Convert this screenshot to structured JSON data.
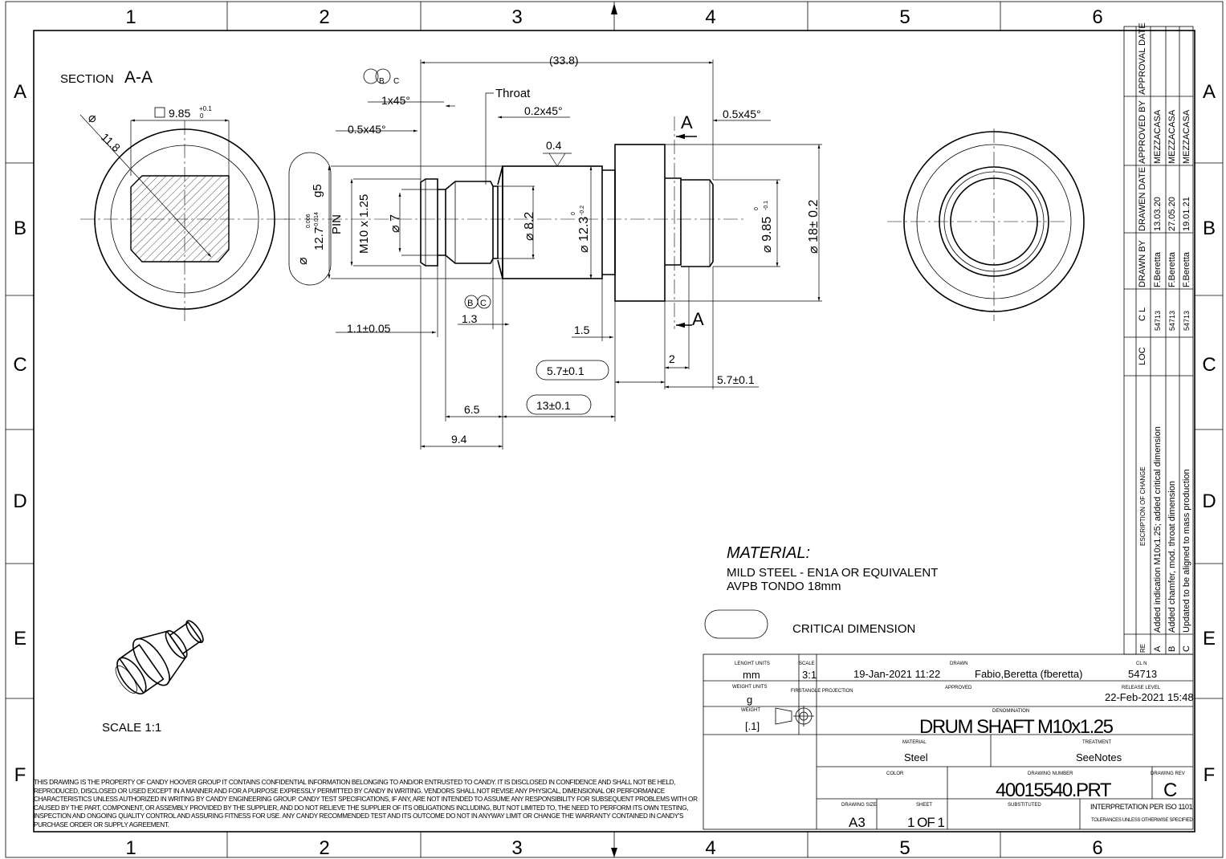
{
  "frame": {
    "cols": [
      "1",
      "2",
      "3",
      "4",
      "5",
      "6"
    ],
    "rows": [
      "A",
      "B",
      "C",
      "D",
      "E",
      "F"
    ]
  },
  "section_view": {
    "title": "SECTION",
    "label": "A-A",
    "square_dim": "9.85",
    "square_tol_upper": "+0.1",
    "square_tol_lower": "0",
    "dia_dim": "11.8"
  },
  "main_view": {
    "overall_length": "(33.8)",
    "chamfer_1": "1x45°",
    "chamfer_2": "0.5x45°",
    "chamfer_3": "0.2x45°",
    "chamfer_4": "0.5x45°",
    "throat_label": "Throat",
    "roughness": "0.4",
    "datum_top_b": "B",
    "datum_top_c": "C",
    "datum_mid_b": "B",
    "datum_mid_c": "C",
    "section_mark_top": "A",
    "section_mark_bottom": "A",
    "dia_pin": "12.7",
    "dia_pin_tol_upper": "0.006",
    "dia_pin_tol_lower": "-0.014",
    "dia_pin_fit": "g5",
    "pin_label": "PIN",
    "thread": "M10 x 1.25",
    "dia_7": "7",
    "dia_8_2": "8.2",
    "dia_12_3": "12.3",
    "dia_12_3_tol_upper": "0",
    "dia_12_3_tol_lower": "-0.2",
    "dia_9_85": "9.85",
    "dia_9_85_tol_upper": "0",
    "dia_9_85_tol_lower": "-0.1",
    "dia_18": "18± 0.2",
    "dim_1_1": "1.1±0.05",
    "dim_1_3": "1.3",
    "dim_1_5": "1.5",
    "dim_2": "2",
    "dim_5_7_a": "5.7±0.1",
    "dim_5_7_b": "5.7±0.1",
    "dim_6_5": "6.5",
    "dim_13": "13±0.1",
    "dim_9_4": "9.4"
  },
  "material": {
    "heading": "MATERIAL:",
    "line1": "MILD STEEL - EN1A OR EQUIVALENT",
    "line2": "AVPB TONDO 18mm",
    "critical_legend": "CRITICAI DIMENSION"
  },
  "iso_view": {
    "scale_label": "SCALE   1:1"
  },
  "revision_table": {
    "headers": {
      "rev": "RE",
      "loc": "LOC",
      "cl": "C L",
      "drawn_by": "DRAWN BY",
      "drawn_date": "DRAWEN DATE",
      "approved_by": "APPROVED BY",
      "approval_date": "APPROVAL DATE",
      "description": "ESCRIPTION OF CHANGE"
    },
    "rows": [
      {
        "rev": "A",
        "cl": "54713",
        "drawn_by": "F.Beretta",
        "date": "13.03.20",
        "approved_by": "MEZZACASA",
        "description": "Added indication M10x1.25; added critical dimension"
      },
      {
        "rev": "B",
        "cl": "54713",
        "drawn_by": "F.Beretta",
        "date": "27.05.20",
        "approved_by": "MEZZACASA",
        "description": "Added chamfer, mod. throat dimension"
      },
      {
        "rev": "C",
        "cl": "54713",
        "drawn_by": "F.Beretta",
        "date": "19.01.21",
        "approved_by": "MEZZACASA",
        "description": "Updated to be aligned to mass production"
      }
    ]
  },
  "title_block": {
    "length_units_label": "LENGHT UNITS",
    "length_units": "mm",
    "scale_label": "SCALE",
    "scale": "3:1",
    "drawn_label": "DRAWN",
    "drawn_date": "19-Jan-2021 11:22",
    "drawn_by": "Fabio,Beretta (fberetta)",
    "cln_label": "CL N",
    "cln": "54713",
    "weight_units_label": "WEIGHT UNITS",
    "weight_units": "g",
    "projection_label": "FIRSTANGLE PROJECTION",
    "approved_label": "APPROVED",
    "release_label": "RELEASE LEVEL",
    "release_date": "22-Feb-2021 15:48",
    "weight_label": "WEIGHT",
    "weight": "[.1]",
    "denomination_label": "DENOMINATION",
    "denomination": "DRUM SHAFT M10x1.25",
    "material_label": "MATERIAL",
    "material": "Steel",
    "treatment_label": "TREATMENT",
    "treatment": "SeeNotes",
    "color_label": "COLOR",
    "drawing_number_label": "DRAWING NUMBER",
    "drawing_number": "40015540.PRT",
    "drawing_rev_label": "DRAWING REV",
    "drawing_rev": "C",
    "size_label": "DRAWING SIZE",
    "size": "A3",
    "sheet_label": "SHEET",
    "sheet": "1 OF 1",
    "substituted_label": "SUBSTITUTED",
    "interpretation": "INTERPRETATION PER ISO 1101",
    "tolerances": "TOLERANCES UNLESS OTHERWISE SPECIFIED"
  },
  "disclaimer": "THIS DRAWING IS THE PROPERTY OF CANDY HOOVER GROUP IT CONTAINS CONFIDENTIAL INFORMATION BELONGING TO AND/OR ENTRUSTED TO CANDY. IT IS DISCLOSED IN CONFIDENCE AND SHALL NOT BE HELD, REPRODUCED, DISCLOSED OR USED EXCEPT IN A MANNER AND FOR A PURPOSE EXPRESSLY PERMITTED BY CANDY IN WRITING. VENDORS SHALL NOT REVISE ANY PHYSICAL, DIMENSIONAL OR PERFORMANCE CHARACTERISTICS UNLESS AUTHORIZED IN WRITING BY CANDY ENGINEERING GROUP. CANDY TEST SPECIFICATIONS, IF ANY, ARE NOT INTENDED TO ASSUME ANY RESPONSIBILITY FOR SUBSEQUENT PROBLEMS WITH OR CAUSED BY THE PART, COMPONENT, OR ASSEMBLY PROVIDED BY THE SUPPLIER, AND DO NOT RELIEVE THE SUPPLIER OF ITS OBLIGATIONS INCLUDING, BUT NOT LIMITED TO, THE NEED TO PERFORM ITS OWN TESTING, INSPECTION AND ONGOING QUALITY CONTROL AND ASSURING FITNESS FOR USE. ANY CANDY RECOMMENDED TEST AND ITS OUTCOME DO NOT IN ANYWAY LIMIT OR CHANGE THE WARRANTY CONTAINED IN CANDY'S PURCHASE ORDER OR SUPPLY AGREEMENT."
}
